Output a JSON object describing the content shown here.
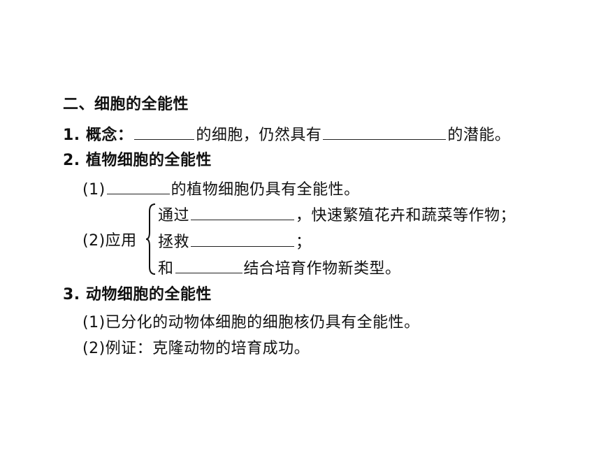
{
  "section_title": "二、细胞的全能性",
  "item1": {
    "label": "1. 概念：",
    "text1": "的细胞，仍然具有",
    "text2": "的潜能。"
  },
  "item2": {
    "label": "2. 植物细胞的全能性",
    "sub1": {
      "num": "(1)",
      "text": "的植物细胞仍具有全能性。"
    },
    "sub2": {
      "num": "(2)应用",
      "line1_pre": "通过",
      "line1_post": "，快速繁殖花卉和蔬菜等作物；",
      "line2_pre": "拯救",
      "line2_post": "；",
      "line3_pre": "和",
      "line3_post": "结合培育作物新类型。"
    }
  },
  "item3": {
    "label": "3. 动物细胞的全能性",
    "sub1": "(1)已分化的动物体细胞的细胞核仍具有全能性。",
    "sub2": "(2)例证：克隆动物的培育成功。"
  }
}
